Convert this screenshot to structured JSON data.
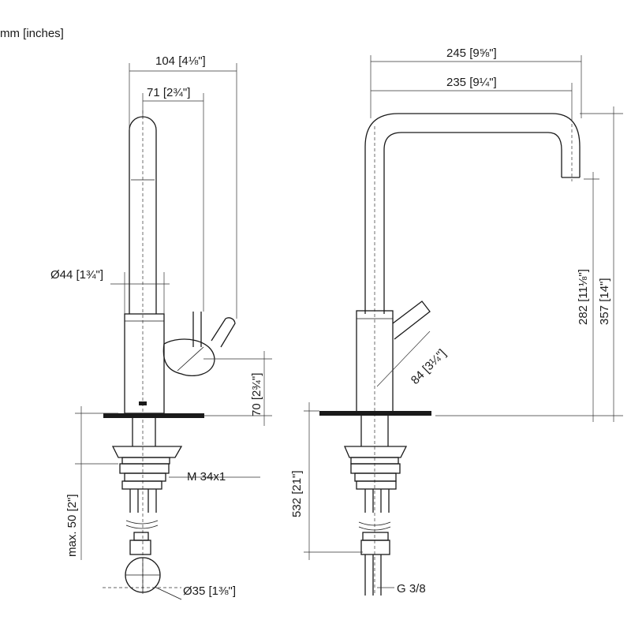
{
  "units_label": "mm [inches]",
  "side_view": {
    "width_total": "104 [4⅛\"]",
    "lever_offset": "71 [2¾\"]",
    "body_diameter": "Ø44 [1¾\"]",
    "lever_height": "70 [2¾\"]",
    "max_thickness": "max. 50 [2\"]",
    "thread": "M 34x1",
    "hole_diameter": "Ø35 [1⅜\"]"
  },
  "front_view": {
    "spout_reach": "245 [9⅝\"]",
    "spout_reach_inner": "235 [9¼\"]",
    "spout_height": "282 [11⅛\"]",
    "total_height": "357 [14\"]",
    "lever_length": "84 [3¼\"]",
    "hose_length": "532 [21\"]",
    "connection": "G 3/8"
  }
}
